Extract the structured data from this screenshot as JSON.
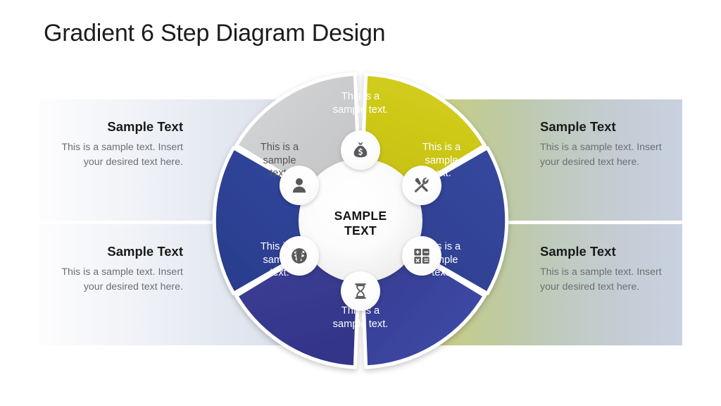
{
  "title": "Gradient 6 Step Diagram Design",
  "colors": {
    "yellow": "#c9c413",
    "blue": "#2e3f91",
    "blue_dark": "#3a3c8f",
    "gray": "#c6c7c9",
    "text_dark": "#1a1a1a",
    "text_body": "#6d6f72",
    "segment_text_light": "#ffffff",
    "segment_text_dark": "#555759",
    "icon": "#58595b"
  },
  "hub": {
    "label": "SAMPLE\nTEXT"
  },
  "panels": [
    {
      "id": "top-left",
      "heading": "Sample Text",
      "body": "This is a sample  text. Insert your desired text here."
    },
    {
      "id": "top-right",
      "heading": "Sample Text",
      "body": "This is a sample  text. Insert your desired text here."
    },
    {
      "id": "bottom-left",
      "heading": "Sample Text",
      "body": "This is a sample  text. Insert your desired text here."
    },
    {
      "id": "bottom-right",
      "heading": "Sample Text",
      "body": "This is a sample  text. Insert your desired text here."
    }
  ],
  "segments": [
    {
      "index": 0,
      "position": "top",
      "label": "This is a\nsample  text.",
      "color": "#c9c413",
      "gradient_to": "#cfca1a",
      "text_color": "light",
      "icon": "money-bag-icon"
    },
    {
      "index": 1,
      "position": "top-right",
      "label": "This is a\nsample\ntext.",
      "color": "#2e3f91",
      "gradient_to": "#33459a",
      "text_color": "light",
      "icon": "tools-icon"
    },
    {
      "index": 2,
      "position": "bottom-right",
      "label": "This is a\nsample\ntext.",
      "color": "#36388d",
      "gradient_to": "#3e4ba6",
      "text_color": "light",
      "icon": "calculator-icon"
    },
    {
      "index": 3,
      "position": "bottom",
      "label": "This is a\nsample  text.",
      "color": "#3d3f92",
      "gradient_to": "#34368a",
      "text_color": "light",
      "icon": "hourglass-icon"
    },
    {
      "index": 4,
      "position": "bottom-left",
      "label": "This is a\nsample\ntext.",
      "color": "#31469b",
      "gradient_to": "#2c3f8e",
      "text_color": "light",
      "icon": "globe-icon"
    },
    {
      "index": 5,
      "position": "top-left",
      "label": "This is a\nsample\ntext.",
      "color": "#c6c7c9",
      "gradient_to": "#d3d4d6",
      "text_color": "dark",
      "icon": "user-icon"
    }
  ],
  "icons": [
    {
      "name": "money-bag-icon",
      "angle": -90
    },
    {
      "name": "tools-icon",
      "angle": -30
    },
    {
      "name": "calculator-icon",
      "angle": 30
    },
    {
      "name": "hourglass-icon",
      "angle": 90
    },
    {
      "name": "globe-icon",
      "angle": 150
    },
    {
      "name": "user-icon",
      "angle": -150
    }
  ]
}
